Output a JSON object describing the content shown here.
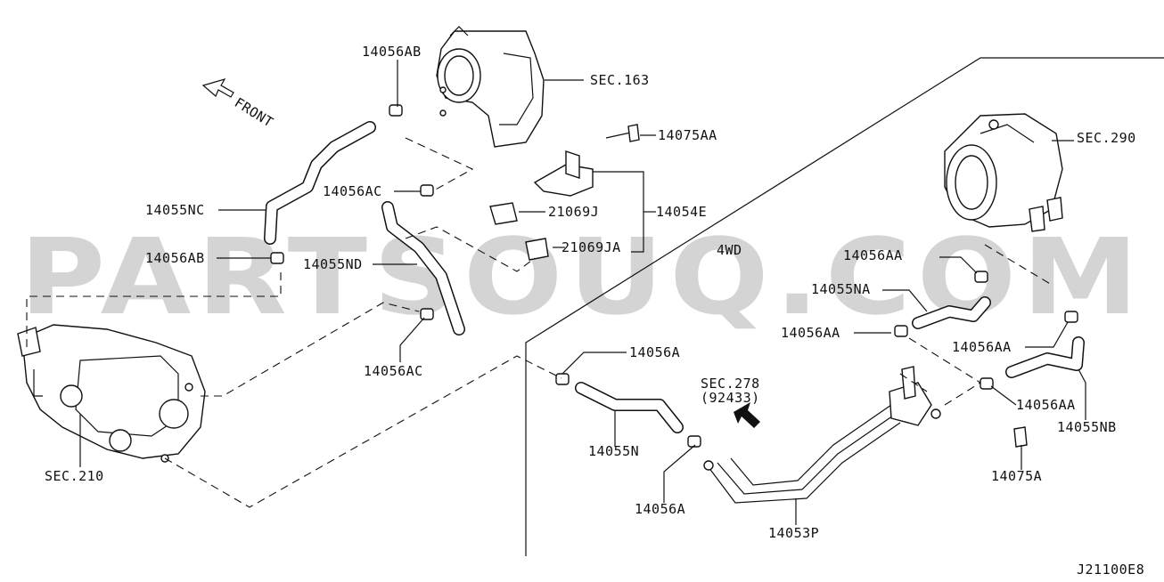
{
  "watermark": "PARTSOUQ.COM",
  "front_label": "FRONT",
  "variant_label": "4WD",
  "diagram_code": "J21100E8",
  "labels": {
    "p14056AB_top": "14056AB",
    "sec163": "SEC.163",
    "p14075AA": "14075AA",
    "p14056AC_top": "14056AC",
    "p14055NC": "14055NC",
    "p21069J": "21069J",
    "p14054E": "14054E",
    "p14056AB_mid": "14056AB",
    "p14055ND": "14055ND",
    "p21069JA": "21069JA",
    "p14056AC_bot": "14056AC",
    "sec210": "SEC.210",
    "sec290": "SEC.290",
    "p14056AA_1": "14056AA",
    "p14055NA": "14055NA",
    "p14056AA_2": "14056AA",
    "p14056AA_3": "14056AA",
    "p14056A_top": "14056A",
    "sec278_line1": "SEC.278",
    "sec278_line2": "(92433)",
    "p14056AA_4": "14056AA",
    "p14055NB": "14055NB",
    "p14055N": "14055N",
    "p14075A": "14075A",
    "p14056A_bot": "14056A",
    "p14053P": "14053P"
  }
}
